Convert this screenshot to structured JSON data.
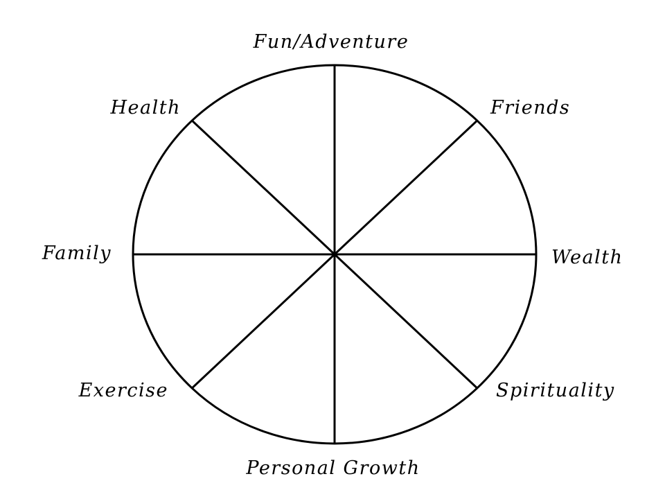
{
  "wheel": {
    "areas": [
      {
        "key": "fun_adventure",
        "label": "Fun/Adventure"
      },
      {
        "key": "friends",
        "label": "Friends"
      },
      {
        "key": "wealth",
        "label": "Wealth"
      },
      {
        "key": "spirituality",
        "label": "Spirituality"
      },
      {
        "key": "personal_growth",
        "label": "Personal Growth"
      },
      {
        "key": "exercise",
        "label": "Exercise"
      },
      {
        "key": "family",
        "label": "Family"
      },
      {
        "key": "health",
        "label": "Health"
      }
    ]
  },
  "colors": {
    "line": "#000000",
    "text": "#000000",
    "background": "#ffffff"
  }
}
